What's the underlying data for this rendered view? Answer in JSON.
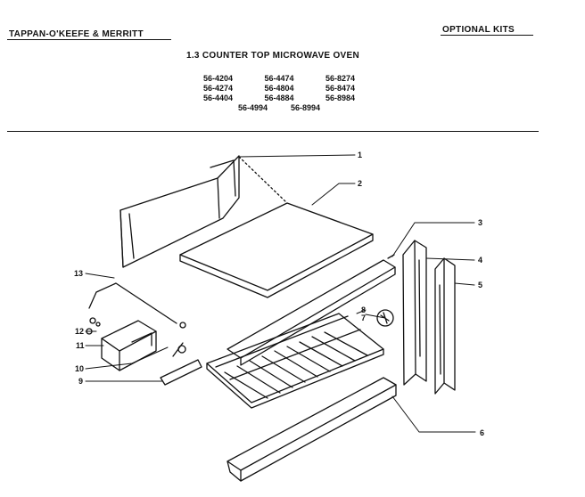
{
  "header": {
    "manufacturer": "TAPPAN-O'KEEFE & MERRITT",
    "section": "OPTIONAL KITS",
    "title": "1.3 COUNTER TOP MICROWAVE OVEN"
  },
  "models": [
    [
      "56-4204",
      "56-4474",
      "56-8274"
    ],
    [
      "56-4274",
      "56-4804",
      "56-8474"
    ],
    [
      "56-4404",
      "56-4884",
      "56-8984"
    ],
    [
      "56-4994",
      "56-8994"
    ]
  ],
  "callouts": [
    "1",
    "2",
    "3",
    "4",
    "5",
    "6",
    "7",
    "8",
    "9",
    "10",
    "11",
    "12",
    "13"
  ]
}
